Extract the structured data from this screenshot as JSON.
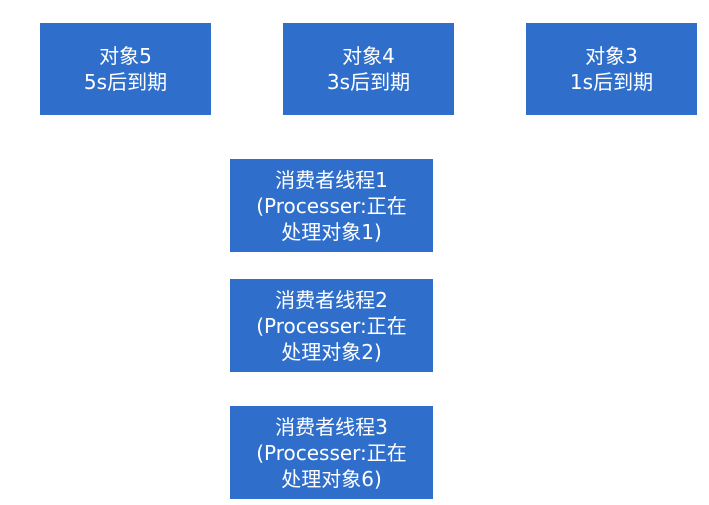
{
  "colors": {
    "box_fill": "#2f6fcb",
    "text": "#ffffff",
    "background": "#ffffff"
  },
  "objects": [
    {
      "name": "对象5",
      "expiry": "5s后到期"
    },
    {
      "name": "对象4",
      "expiry": "3s后到期"
    },
    {
      "name": "对象3",
      "expiry": "1s后到期"
    }
  ],
  "threads": [
    {
      "title": "消费者线程1",
      "line2": "(Processer:正在",
      "line3": "处理对象1)"
    },
    {
      "title": "消费者线程2",
      "line2": "(Processer:正在",
      "line3": "处理对象2)"
    },
    {
      "title": "消费者线程3",
      "line2": "(Processer:正在",
      "line3": "处理对象6)"
    }
  ]
}
